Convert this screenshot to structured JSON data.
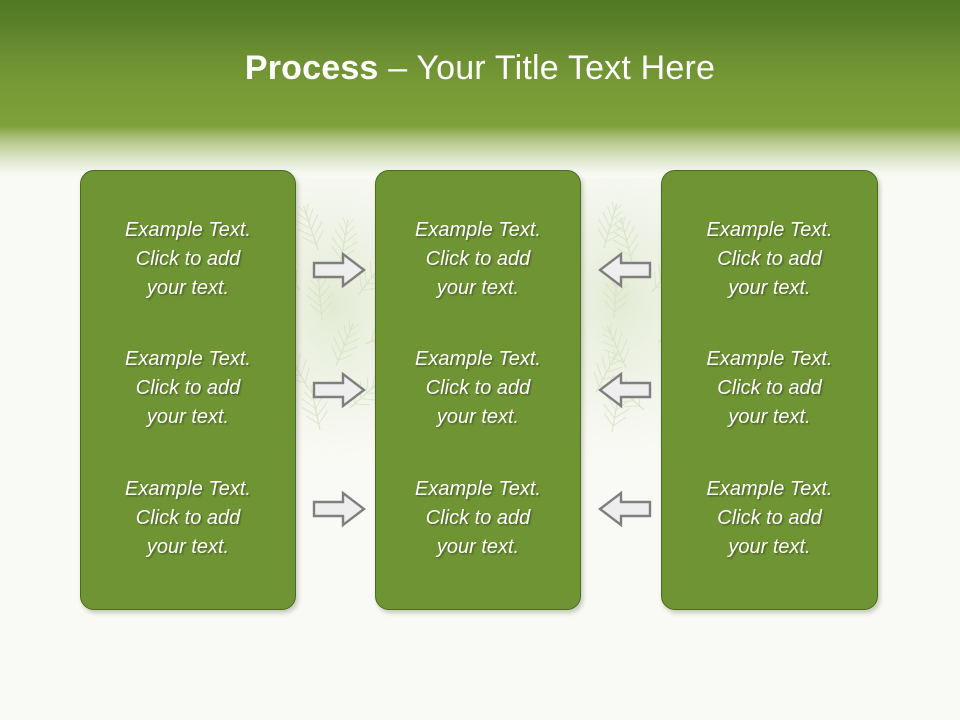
{
  "slide": {
    "title_bold": "Process",
    "title_rest": " – Your Title Text Here",
    "background_color": "#f9faf5",
    "header_top_color": "#4f7826",
    "header_bottom_color": "#7fa13a",
    "box_fill_color": "#6f9434",
    "box_border_color": "#4d6a20",
    "text_color": "#ffffff",
    "arrow_fill_color": "#eeeeee",
    "arrow_border_color": "#7f7f7f"
  },
  "columns": [
    {
      "name": "column-left",
      "cells": [
        "Example Text.\nClick  to add\nyour text.",
        "Example Text.\nClick  to add\nyour text.",
        "Example Text.\nClick  to add\nyour text."
      ]
    },
    {
      "name": "column-middle",
      "cells": [
        "Example Text.\nClick  to add\nyour text.",
        "Example Text.\nClick  to add\nyour text.",
        "Example Text.\nClick  to add\nyour text."
      ]
    },
    {
      "name": "column-right",
      "cells": [
        "Example Text.\nClick  to add\nyour text.",
        "Example Text.\nClick  to add\nyour text.",
        "Example Text.\nClick  to add\nyour text."
      ]
    }
  ],
  "arrows": {
    "right_facing": [
      "arrow-right-icon",
      "arrow-right-icon",
      "arrow-right-icon"
    ],
    "left_facing": [
      "arrow-left-icon",
      "arrow-left-icon",
      "arrow-left-icon"
    ]
  }
}
